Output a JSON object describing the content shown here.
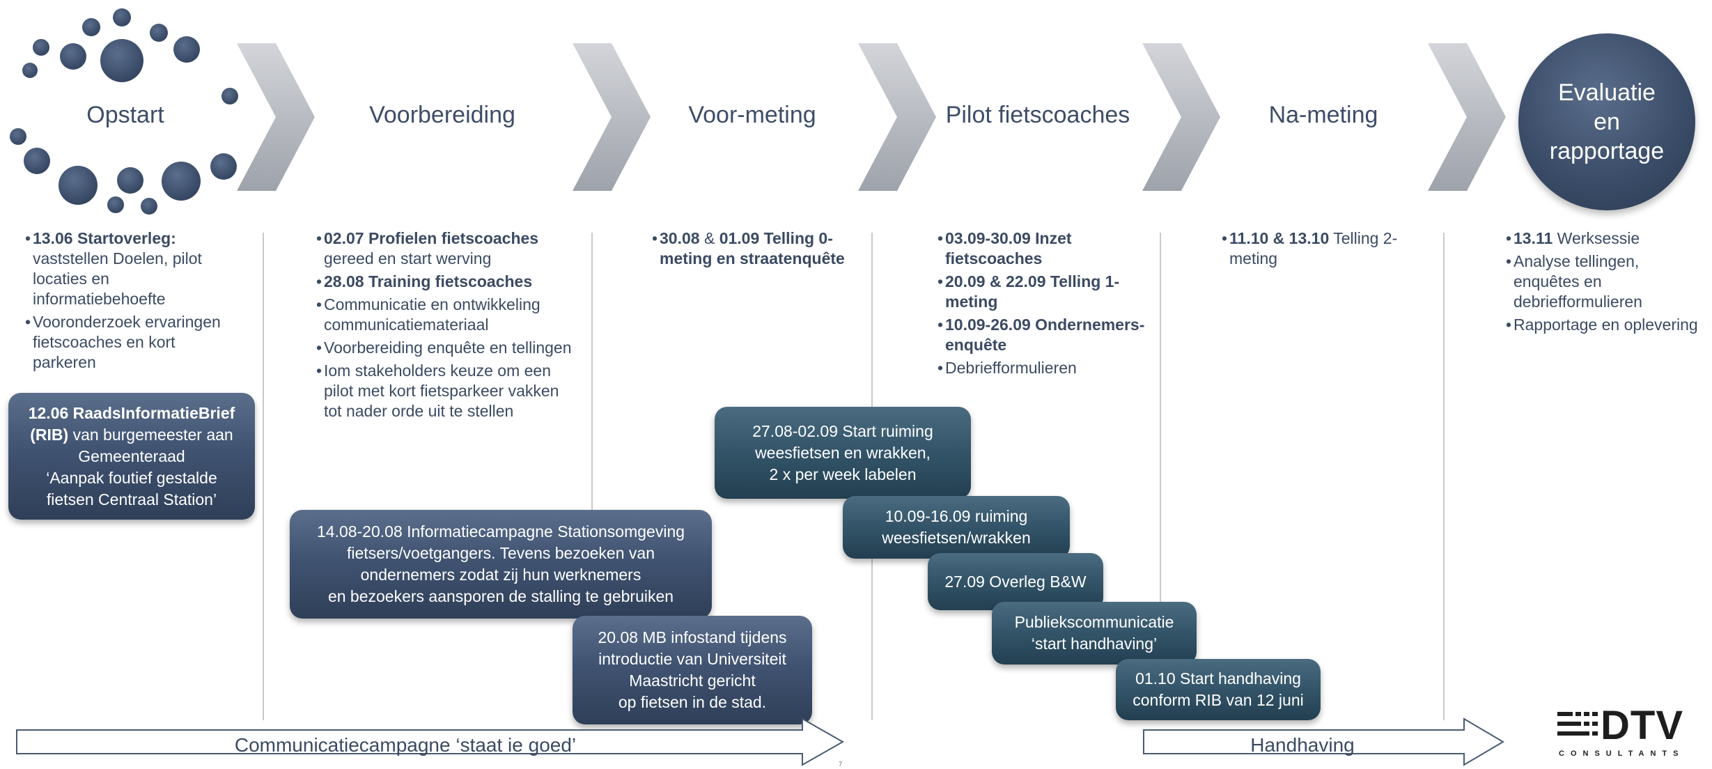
{
  "phases": {
    "opstart": "Opstart",
    "voorbereiding": "Voorbereiding",
    "voormeting": "Voor-meting",
    "pilot": "Pilot fietscoaches",
    "nameting": "Na-meting",
    "evaluatie": [
      "Evaluatie",
      "en",
      "rapportage"
    ]
  },
  "columns": {
    "opstart": {
      "b1": {
        "bold": "13.06 Startoverleg:",
        "rest": "vaststellen Doelen, pilot locaties en informatiebehoefte"
      },
      "b2": {
        "rest": "Vooronderzoek ervaringen fietscoaches en kort parkeren"
      }
    },
    "voorbereiding": {
      "b1": {
        "bold": "02.07 Profielen fietscoaches",
        "rest": "gereed en start werving"
      },
      "b2": {
        "bold": "28.08 Training fietscoaches"
      },
      "b3": {
        "rest": "Communicatie en ontwikkeling communicatiemateriaal"
      },
      "b4": {
        "rest": "Voorbereiding enquête en tellingen"
      },
      "b5": {
        "rest": "Iom stakeholders keuze om een pilot met kort fietsparkeer vakken tot nader orde uit te stellen"
      }
    },
    "voormeting": {
      "b1": {
        "bold1": "30.08",
        "mid": " & ",
        "bold2": "01.09 Telling 0-meting en straatenquête"
      }
    },
    "pilot": {
      "b1": {
        "bold": "03.09-30.09 Inzet fietscoaches"
      },
      "b2": {
        "bold": "20.09 & 22.09 Telling 1-meting"
      },
      "b3": {
        "bold": "10.09-26.09 Ondernemers- enquête"
      },
      "b4": {
        "rest": "Debriefformulieren"
      }
    },
    "nameting": {
      "b1": {
        "bold": "11.10 & 13.10",
        "rest": " Telling 2-meting"
      }
    },
    "evaluatie": {
      "b1": {
        "bold": "13.11",
        "rest": " Werksessie"
      },
      "b2": {
        "rest": "Analyse tellingen, enquêtes en debriefformulieren"
      },
      "b3": {
        "rest": "Rapportage en oplevering"
      }
    }
  },
  "boxes": {
    "rib": {
      "bold": "12.06 RaadsInformatieBrief (RIB)",
      "rest": " van burgemeester aan Gemeenteraad",
      "quote1": "‘Aanpak foutief gestalde",
      "quote2": "fietsen Centraal Station’"
    },
    "campagne": [
      "14.08-20.08 Informatiecampagne Stationsomgeving",
      "fietsers/voetgangers. Tevens bezoeken van",
      "ondernemers zodat zij hun werknemers",
      "en bezoekers aansporen de stalling te gebruiken"
    ],
    "infostand": [
      "20.08 MB infostand tijdens",
      "introductie van Universiteit",
      "Maastricht gericht",
      "op fietsen in de stad."
    ],
    "ruiming1": [
      "27.08-02.09 Start ruiming",
      "weesfietsen en wrakken,",
      "2 x per week labelen"
    ],
    "ruiming2": [
      "10.09-16.09 ruiming",
      "weesfietsen/wrakken"
    ],
    "overleg": [
      "27.09 Overleg B&W"
    ],
    "publiek": [
      "Publiekscommunicatie",
      "‘start handhaving’"
    ],
    "handhaving": [
      "01.10 Start handhaving",
      "conform RIB van 12 juni"
    ]
  },
  "arrows": {
    "communicatie": "Communicatiecampagne ‘staat ie goed’",
    "handhaving": "Handhaving"
  },
  "logo": {
    "name": "DTV",
    "sub": "CONSULTANTS"
  },
  "page_number": "7"
}
